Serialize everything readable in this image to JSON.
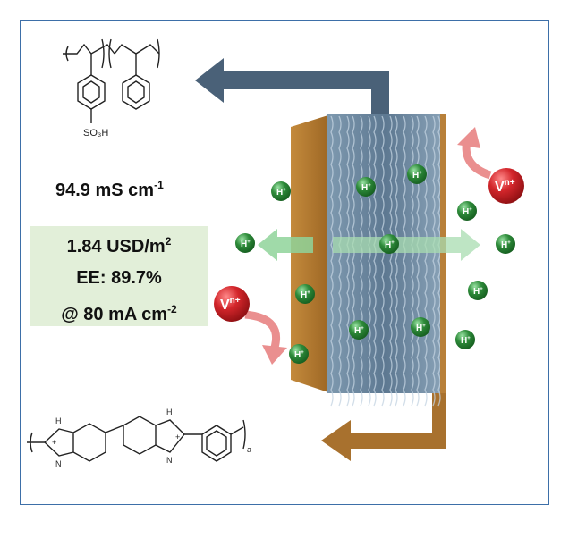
{
  "top_polymer": {
    "substituent_label": "SO₃H"
  },
  "bottom_polymer": {
    "charge_symbol": "+",
    "nh_label": "H",
    "n_label": "N",
    "repeat_subscript": "a"
  },
  "conductivity": {
    "value": "94.9 mS cm",
    "exponent": "-1"
  },
  "metrics_box": {
    "cost_value": "1.84 USD/m",
    "cost_exponent": "2",
    "efficiency": "EE: 89.7%",
    "current_density_value": "@ 80 mA cm",
    "current_density_exponent": "-2"
  },
  "ions": {
    "proton_label": "H+",
    "vanadium_base": "V",
    "vanadium_superscript": "n+"
  },
  "colors": {
    "frame_border": "#3d6fa8",
    "slate_arrow": "#4a6178",
    "bronze_arrow": "#a8712e",
    "membrane_copper": "#b8803a",
    "fiber_blue": "#6f8ba3",
    "proton_green": "#2e8b3a",
    "vanadium_red": "#cc1f24",
    "green_arrow": "#8fd49a",
    "pink_arrow": "#ea8f8f",
    "box_green": "#e2efd9"
  }
}
